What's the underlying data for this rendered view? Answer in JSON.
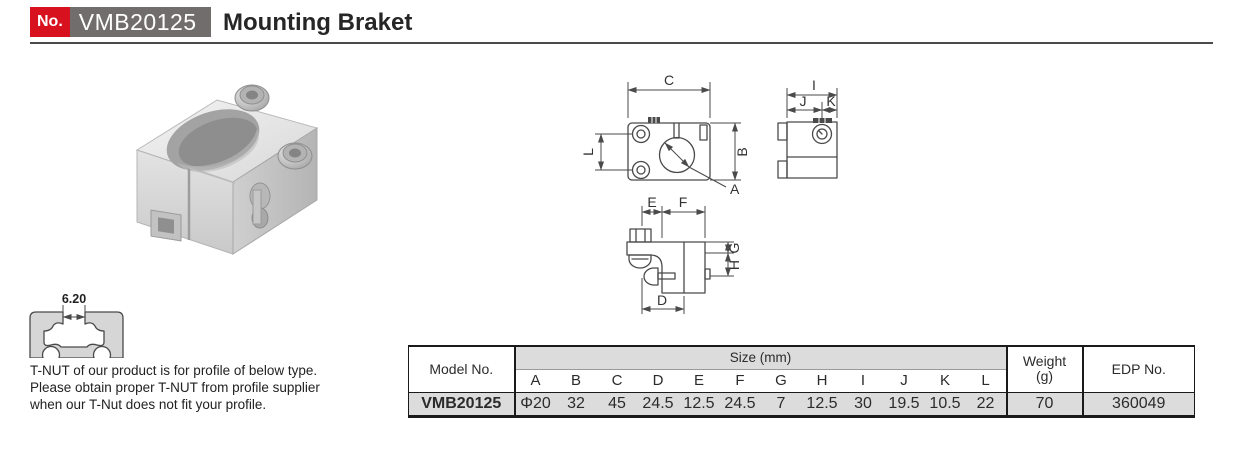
{
  "header": {
    "no_label": "No.",
    "model_number": "VMB20125",
    "title": "Mounting Braket"
  },
  "colors": {
    "badge_red": "#d8111e",
    "badge_gray": "#716d6c",
    "table_row_gray": "#dcdcdc",
    "drawing_line": "#4a4a4a"
  },
  "drawings": {
    "front_view": {
      "top": "C",
      "left": "L",
      "right": "B",
      "bore": "A"
    },
    "side_view": {
      "top": "I",
      "sub_left": "J",
      "sub_right": "K"
    },
    "bottom_view": {
      "top_left": "E",
      "top_right": "F",
      "right_top": "G",
      "right_bottom": "H",
      "bottom": "D"
    }
  },
  "profile": {
    "slot_width": "6.20"
  },
  "note": {
    "lines": [
      "T-NUT of our product is for profile of below type.",
      "Please obtain proper T-NUT from profile supplier",
      "when our T-Nut does not fit your profile."
    ]
  },
  "spec_table": {
    "headers": {
      "model": "Model No.",
      "size": "Size (mm)",
      "weight_line1": "Weight",
      "weight_line2": "(g)",
      "edp": "EDP No."
    },
    "size_columns": [
      "A",
      "B",
      "C",
      "D",
      "E",
      "F",
      "G",
      "H",
      "I",
      "J",
      "K",
      "L"
    ],
    "row": {
      "model": "VMB20125",
      "sizes": [
        "Φ20",
        "32",
        "45",
        "24.5",
        "12.5",
        "24.5",
        "7",
        "12.5",
        "30",
        "19.5",
        "10.5",
        "22"
      ],
      "weight": "70",
      "edp": "360049"
    }
  }
}
